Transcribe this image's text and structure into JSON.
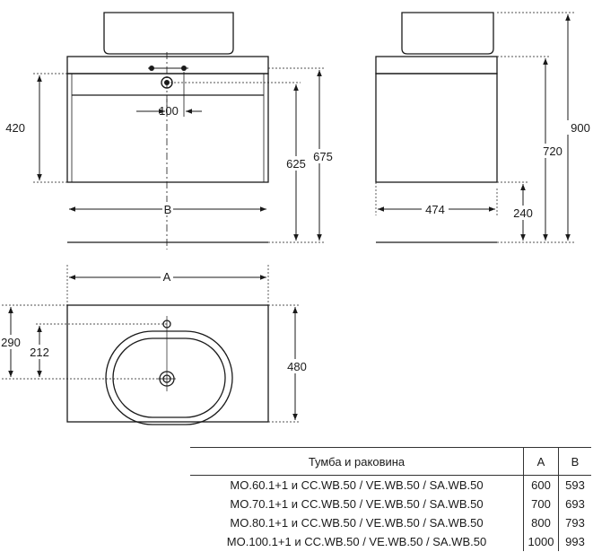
{
  "dimensions": {
    "front_drawer_height": "420",
    "drain_offset": "100",
    "width_b": "B",
    "height_625": "625",
    "height_675": "675",
    "side_height_900": "900",
    "side_height_720": "720",
    "side_depth_474": "474",
    "side_height_240": "240",
    "width_a": "A",
    "top_depth_290": "290",
    "top_depth_212": "212",
    "top_depth_480": "480"
  },
  "table": {
    "headers": {
      "name": "Тумба и раковина",
      "a": "A",
      "b": "B"
    },
    "rows": [
      {
        "name": "MO.60.1+1 и CC.WB.50 / VE.WB.50 / SA.WB.50",
        "a": "600",
        "b": "593"
      },
      {
        "name": "MO.70.1+1 и CC.WB.50 / VE.WB.50 / SA.WB.50",
        "a": "700",
        "b": "693"
      },
      {
        "name": "MO.80.1+1 и CC.WB.50 / VE.WB.50 / SA.WB.50",
        "a": "800",
        "b": "793"
      },
      {
        "name": "MO.100.1+1 и CC.WB.50 / VE.WB.50 / SA.WB.50",
        "a": "1000",
        "b": "993"
      }
    ]
  }
}
